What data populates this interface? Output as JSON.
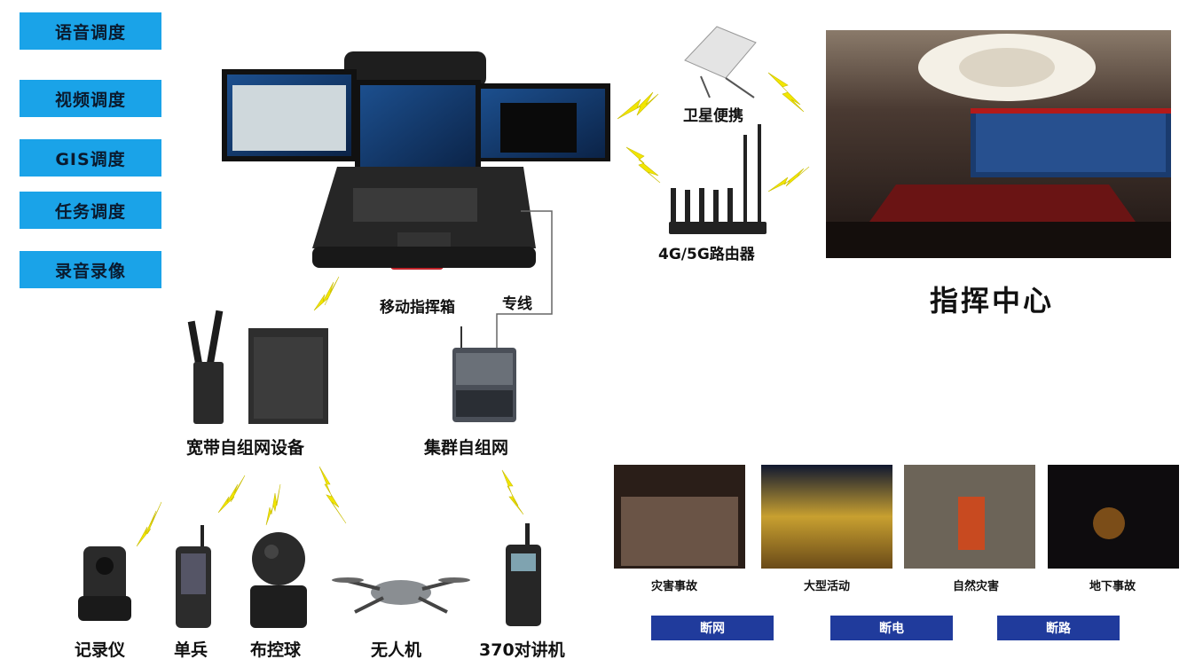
{
  "menu": [
    {
      "label": "语音调度"
    },
    {
      "label": "视频调度"
    },
    {
      "label": "GIS调度"
    },
    {
      "label": "任务调度"
    },
    {
      "label": "录音录像"
    }
  ],
  "devices": {
    "mobile_command_box": "移动指挥箱",
    "dedicated_line": "专线",
    "satellite": "卫星便携",
    "router": "4G/5G路由器",
    "command_center": "指挥中心",
    "broadband_mesh": "宽带自组网设备",
    "trunk_network": "集群自组网"
  },
  "terminals": [
    {
      "label": "记录仪"
    },
    {
      "label": "单兵"
    },
    {
      "label": "布控球"
    },
    {
      "label": "无人机"
    },
    {
      "label": "370对讲机"
    }
  ],
  "scenarios": [
    {
      "label": "灾害事故"
    },
    {
      "label": "大型活动"
    },
    {
      "label": "自然灾害"
    },
    {
      "label": "地下事故"
    }
  ],
  "conditions": [
    {
      "label": "断网"
    },
    {
      "label": "断电"
    },
    {
      "label": "断路"
    }
  ],
  "colors": {
    "menu_bg": "#1aa3e8",
    "condition_bg": "#203b9c",
    "lightning": "#f2e600"
  }
}
